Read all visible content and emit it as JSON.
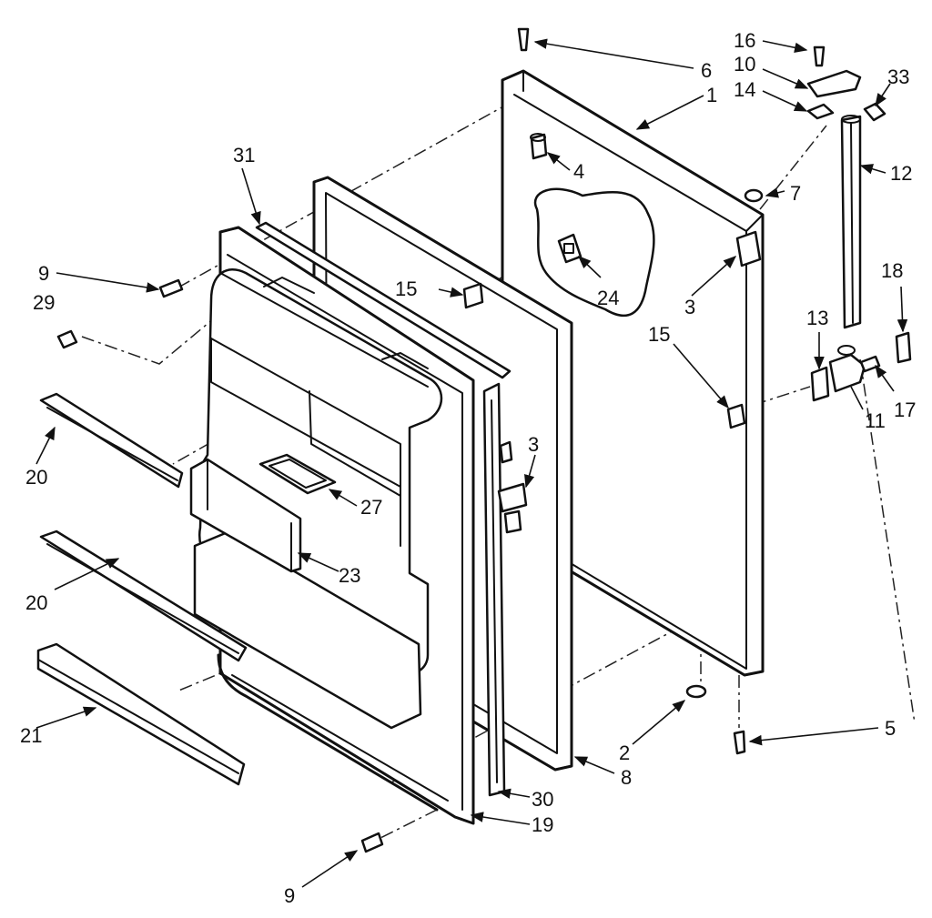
{
  "diagram": {
    "callouts": [
      {
        "id": "c16",
        "label": "16"
      },
      {
        "id": "c10",
        "label": "10"
      },
      {
        "id": "c14",
        "label": "14"
      },
      {
        "id": "c33",
        "label": "33"
      },
      {
        "id": "c6",
        "label": "6"
      },
      {
        "id": "c1",
        "label": "1"
      },
      {
        "id": "c12",
        "label": "12"
      },
      {
        "id": "c4",
        "label": "4"
      },
      {
        "id": "c7",
        "label": "7"
      },
      {
        "id": "c31",
        "label": "31"
      },
      {
        "id": "c9a",
        "label": "9"
      },
      {
        "id": "c29",
        "label": "29"
      },
      {
        "id": "c15a",
        "label": "15"
      },
      {
        "id": "c24",
        "label": "24"
      },
      {
        "id": "c3a",
        "label": "3"
      },
      {
        "id": "c18",
        "label": "18"
      },
      {
        "id": "c13",
        "label": "13"
      },
      {
        "id": "c15b",
        "label": "15"
      },
      {
        "id": "c20a",
        "label": "20"
      },
      {
        "id": "c3b",
        "label": "3"
      },
      {
        "id": "c27",
        "label": "27"
      },
      {
        "id": "c11",
        "label": "11"
      },
      {
        "id": "c17",
        "label": "17"
      },
      {
        "id": "c23",
        "label": "23"
      },
      {
        "id": "c20b",
        "label": "20"
      },
      {
        "id": "c5",
        "label": "5"
      },
      {
        "id": "c2",
        "label": "2"
      },
      {
        "id": "c21",
        "label": "21"
      },
      {
        "id": "c8",
        "label": "8"
      },
      {
        "id": "c30",
        "label": "30"
      },
      {
        "id": "c19",
        "label": "19"
      },
      {
        "id": "c9b",
        "label": "9"
      }
    ]
  }
}
